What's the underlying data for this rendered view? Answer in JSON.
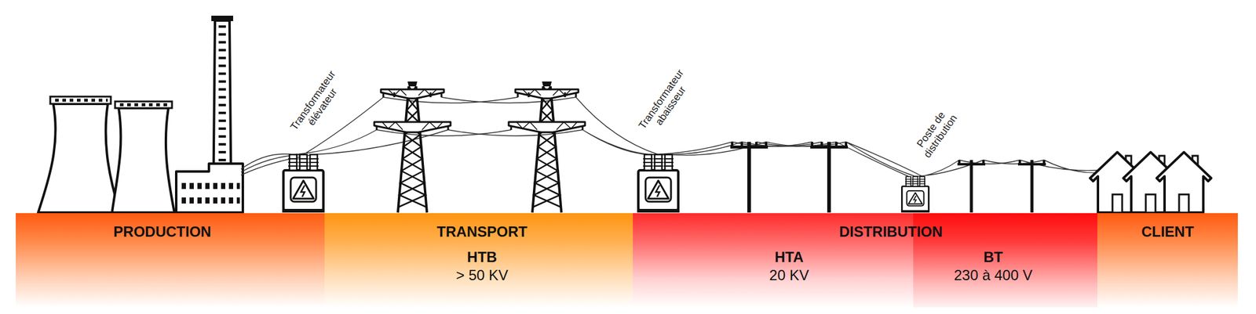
{
  "diagram": {
    "nodes": [
      {
        "text": [
          "PRODUCTION"
        ]
      },
      {
        "text": [
          "TRANSPORT",
          "HTB",
          "> 50 KV"
        ]
      },
      {
        "text": [
          "DISTRIBUTION"
        ]
      },
      {
        "text": [
          "HTA",
          "20 KV"
        ],
        "in": 2
      },
      {
        "text": [
          "BT",
          "230 à 400 V"
        ],
        "in": 2
      },
      {
        "text": [
          "CLIENT"
        ]
      }
    ],
    "labels": [
      "Transformateur élévateur",
      "Transformateur abaisseur",
      "Poste de distribution"
    ]
  }
}
